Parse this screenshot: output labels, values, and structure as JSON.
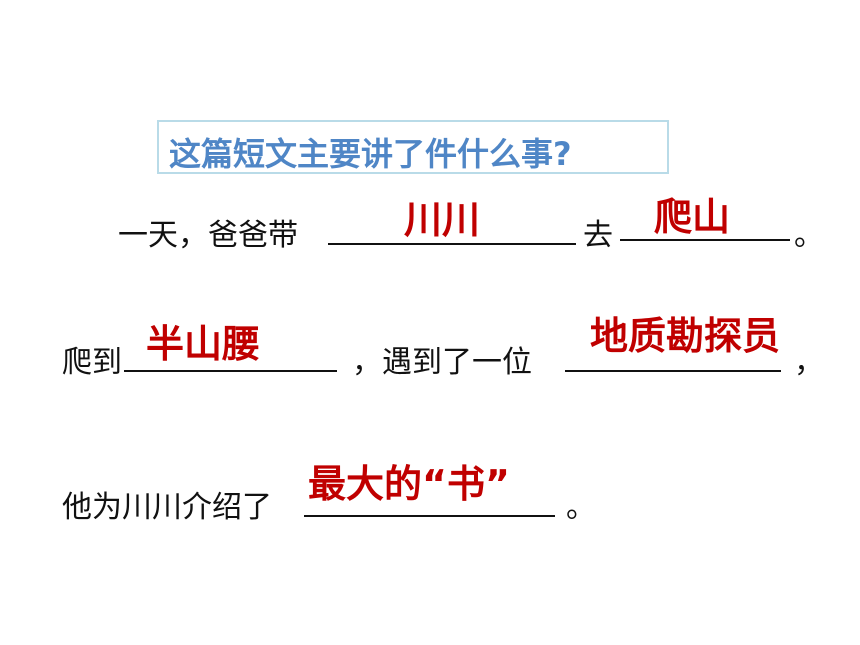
{
  "question": "这篇短文主要讲了件什么事?",
  "line1": {
    "prefix": "一天，爸爸带",
    "mid": "去",
    "end": "。",
    "answer1": "川川",
    "answer2": "爬山"
  },
  "line2": {
    "prefix": "爬到",
    "mid": "，遇到了一位",
    "end": "，",
    "answer1": "半山腰",
    "answer2": "地质勘探员"
  },
  "line3": {
    "prefix": "他为川川介绍了",
    "end": "。",
    "answer": "最大的“书”"
  },
  "colors": {
    "question_text": "#4f86c6",
    "question_border": "#b9dbe8",
    "answer": "#c00000"
  }
}
